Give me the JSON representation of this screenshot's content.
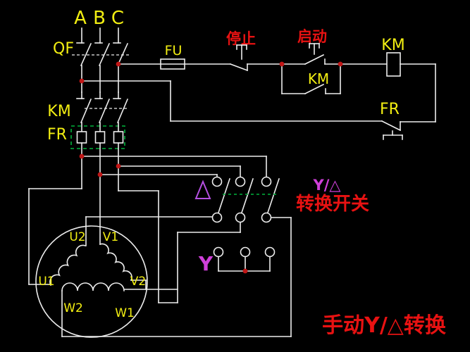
{
  "diagram_type": "electrical-schematic",
  "caption": "手动Y/△转换",
  "supply": {
    "phase_a": "A",
    "phase_b": "B",
    "phase_c": "C"
  },
  "power_section": {
    "breaker": "QF",
    "contactor_main": "KM",
    "thermal_relay": "FR"
  },
  "control_section": {
    "fuse": "FU",
    "stop_button": "停止",
    "start_button": "启动",
    "aux_contact": "KM",
    "coil": "KM",
    "overload_contact": "FR"
  },
  "changeover": {
    "mode_label": "Y/△",
    "switch_name": "转换开关",
    "delta_symbol": "△",
    "wye_symbol": "Y"
  },
  "motor": {
    "u1": "U1",
    "u2": "U2",
    "v1": "V1",
    "v2": "V2",
    "w1": "W1",
    "w2": "W2"
  },
  "colors": {
    "background": "#000000",
    "wire": "#ededed",
    "label_yellow": "#f2ee12",
    "label_red": "#e81212",
    "label_magenta": "#cf3fd9",
    "relay_green": "#00b33c",
    "junction_red": "#c11616"
  }
}
